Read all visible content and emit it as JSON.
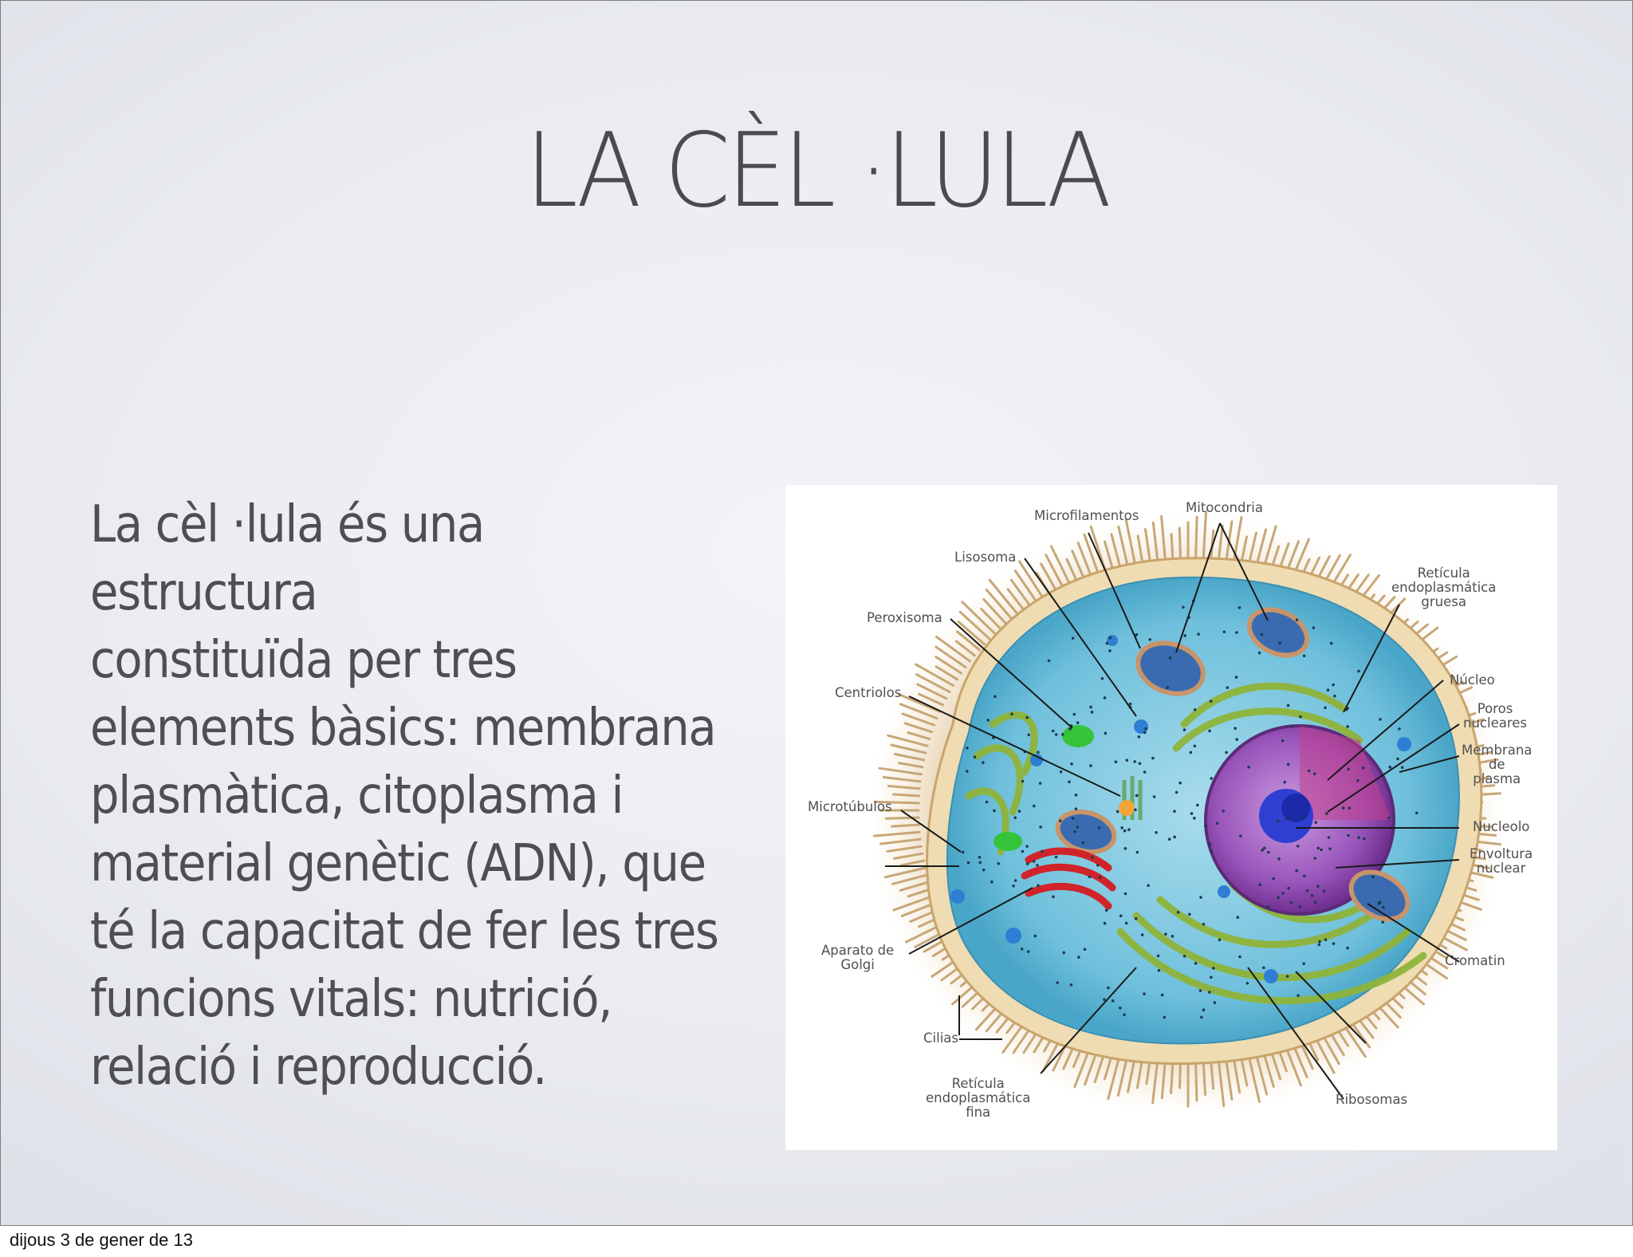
{
  "slide": {
    "title": "LA CÈL ·LULA",
    "body": "La cèl ·lula és una estructura\nconstituïda per tres\nelements bàsics: membrana\nplasmàtica, citoplasma i\nmaterial genètic (ADN), que\nté la capacitat de fer les tres\nfuncions vitals: nutrició,\nrelació i reproducció."
  },
  "figure": {
    "labels": {
      "microfilamentos": "Microfilamentos",
      "mitocondria": "Mitocondria",
      "lisosoma": "Lisosoma",
      "reticula_gruesa": "Retícula\nendoplasmática\ngruesa",
      "peroxisoma": "Peroxisoma",
      "nucleo": "Núcleo",
      "centriolos": "Centriolos",
      "poros": "Poros\nnucleares",
      "membrana": "Membrana\nde\nplasma",
      "microtubulos": "Microtúbulos",
      "nucleolo": "Nucleolo",
      "envoltura": "Envoltura\nnuclear",
      "golgi": "Aparato de\nGolgi",
      "cromatin": "Cromatin",
      "cilias": "Cilias",
      "reticula_fina": "Retícula\nendoplasmática\nfina",
      "ribosomas": "Ribosomas"
    },
    "colors": {
      "cytoplasm": "#79c7e0",
      "membrane": "#e9d3a3",
      "nucleus": "#a45cc0",
      "nucleolus": "#2f3fd1",
      "golgi": "#d1232a",
      "reticulum": "#8fb43a"
    }
  },
  "footer": {
    "date": "dijous 3 de gener de 13"
  }
}
